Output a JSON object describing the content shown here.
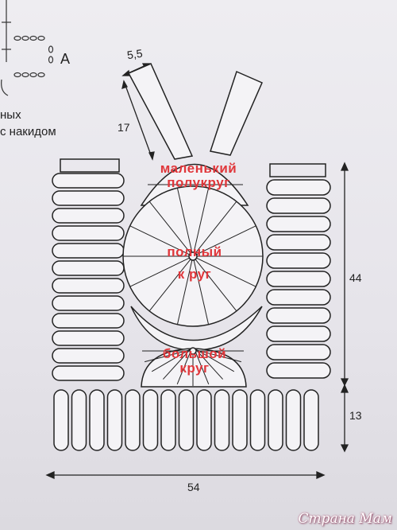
{
  "legend": {
    "line1": "ных",
    "line2": "с накидом",
    "label_a": "А"
  },
  "dimensions": {
    "strap_width": "5,5",
    "strap_length": "17",
    "body_height": "44",
    "bottom_height": "13",
    "total_width": "54"
  },
  "labels": {
    "small_semicircle_1": "маленький",
    "small_semicircle_2": "полукруг",
    "full_circle_1": "полный",
    "full_circle_2": "к руг",
    "big_circle_1": "большой",
    "big_circle_2": "круг"
  },
  "watermark": "Страна Мам",
  "colors": {
    "line": "#222222",
    "label_red": "#e0373b",
    "paper": "#eeedf1"
  }
}
